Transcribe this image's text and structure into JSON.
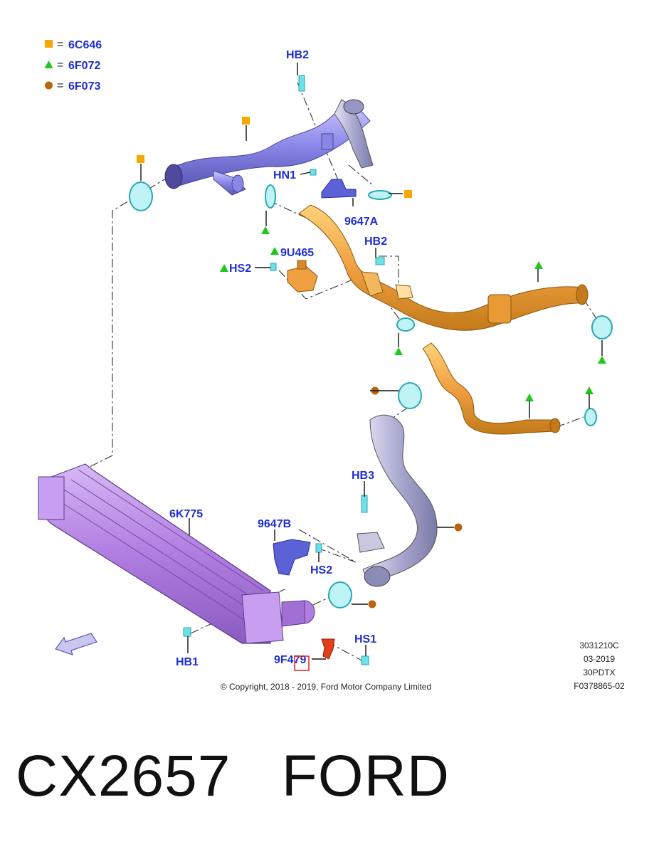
{
  "legend": [
    {
      "symbol": "square",
      "color": "#f5a800",
      "eq": "=",
      "code": "6C646"
    },
    {
      "symbol": "triangle",
      "color": "#1ec81e",
      "eq": "=",
      "code": "6F072"
    },
    {
      "symbol": "circle",
      "color": "#b8650f",
      "eq": "=",
      "code": "6F073"
    }
  ],
  "labels": {
    "hb2_top": "HB2",
    "hn1": "HN1",
    "p9647a": "9647A",
    "hb2_mid": "HB2",
    "p9u465": "9U465",
    "hs2_left": "HS2",
    "hb3": "HB3",
    "p6k775": "6K775",
    "p9647b": "9647B",
    "hs2_lower": "HS2",
    "hb1": "HB1",
    "p9f479": "9F479",
    "hs1": "HS1"
  },
  "meta": {
    "line1": "3031210C",
    "line2": "03-2019",
    "line3": "30PDTX",
    "line4": "F0378865-02",
    "copyright": "© Copyright, 2018 - 2019, Ford Motor Company Limited"
  },
  "caption": {
    "part": "CX2657",
    "brand": "FORD"
  },
  "colors": {
    "label_blue": "#1f2fd1",
    "hose_purple": "#8a86e8",
    "hose_orange": "#f0a040",
    "intercooler": "#b07de0",
    "clamp_cyan": "#6fe0e6",
    "sensor_red": "#e0401a"
  }
}
